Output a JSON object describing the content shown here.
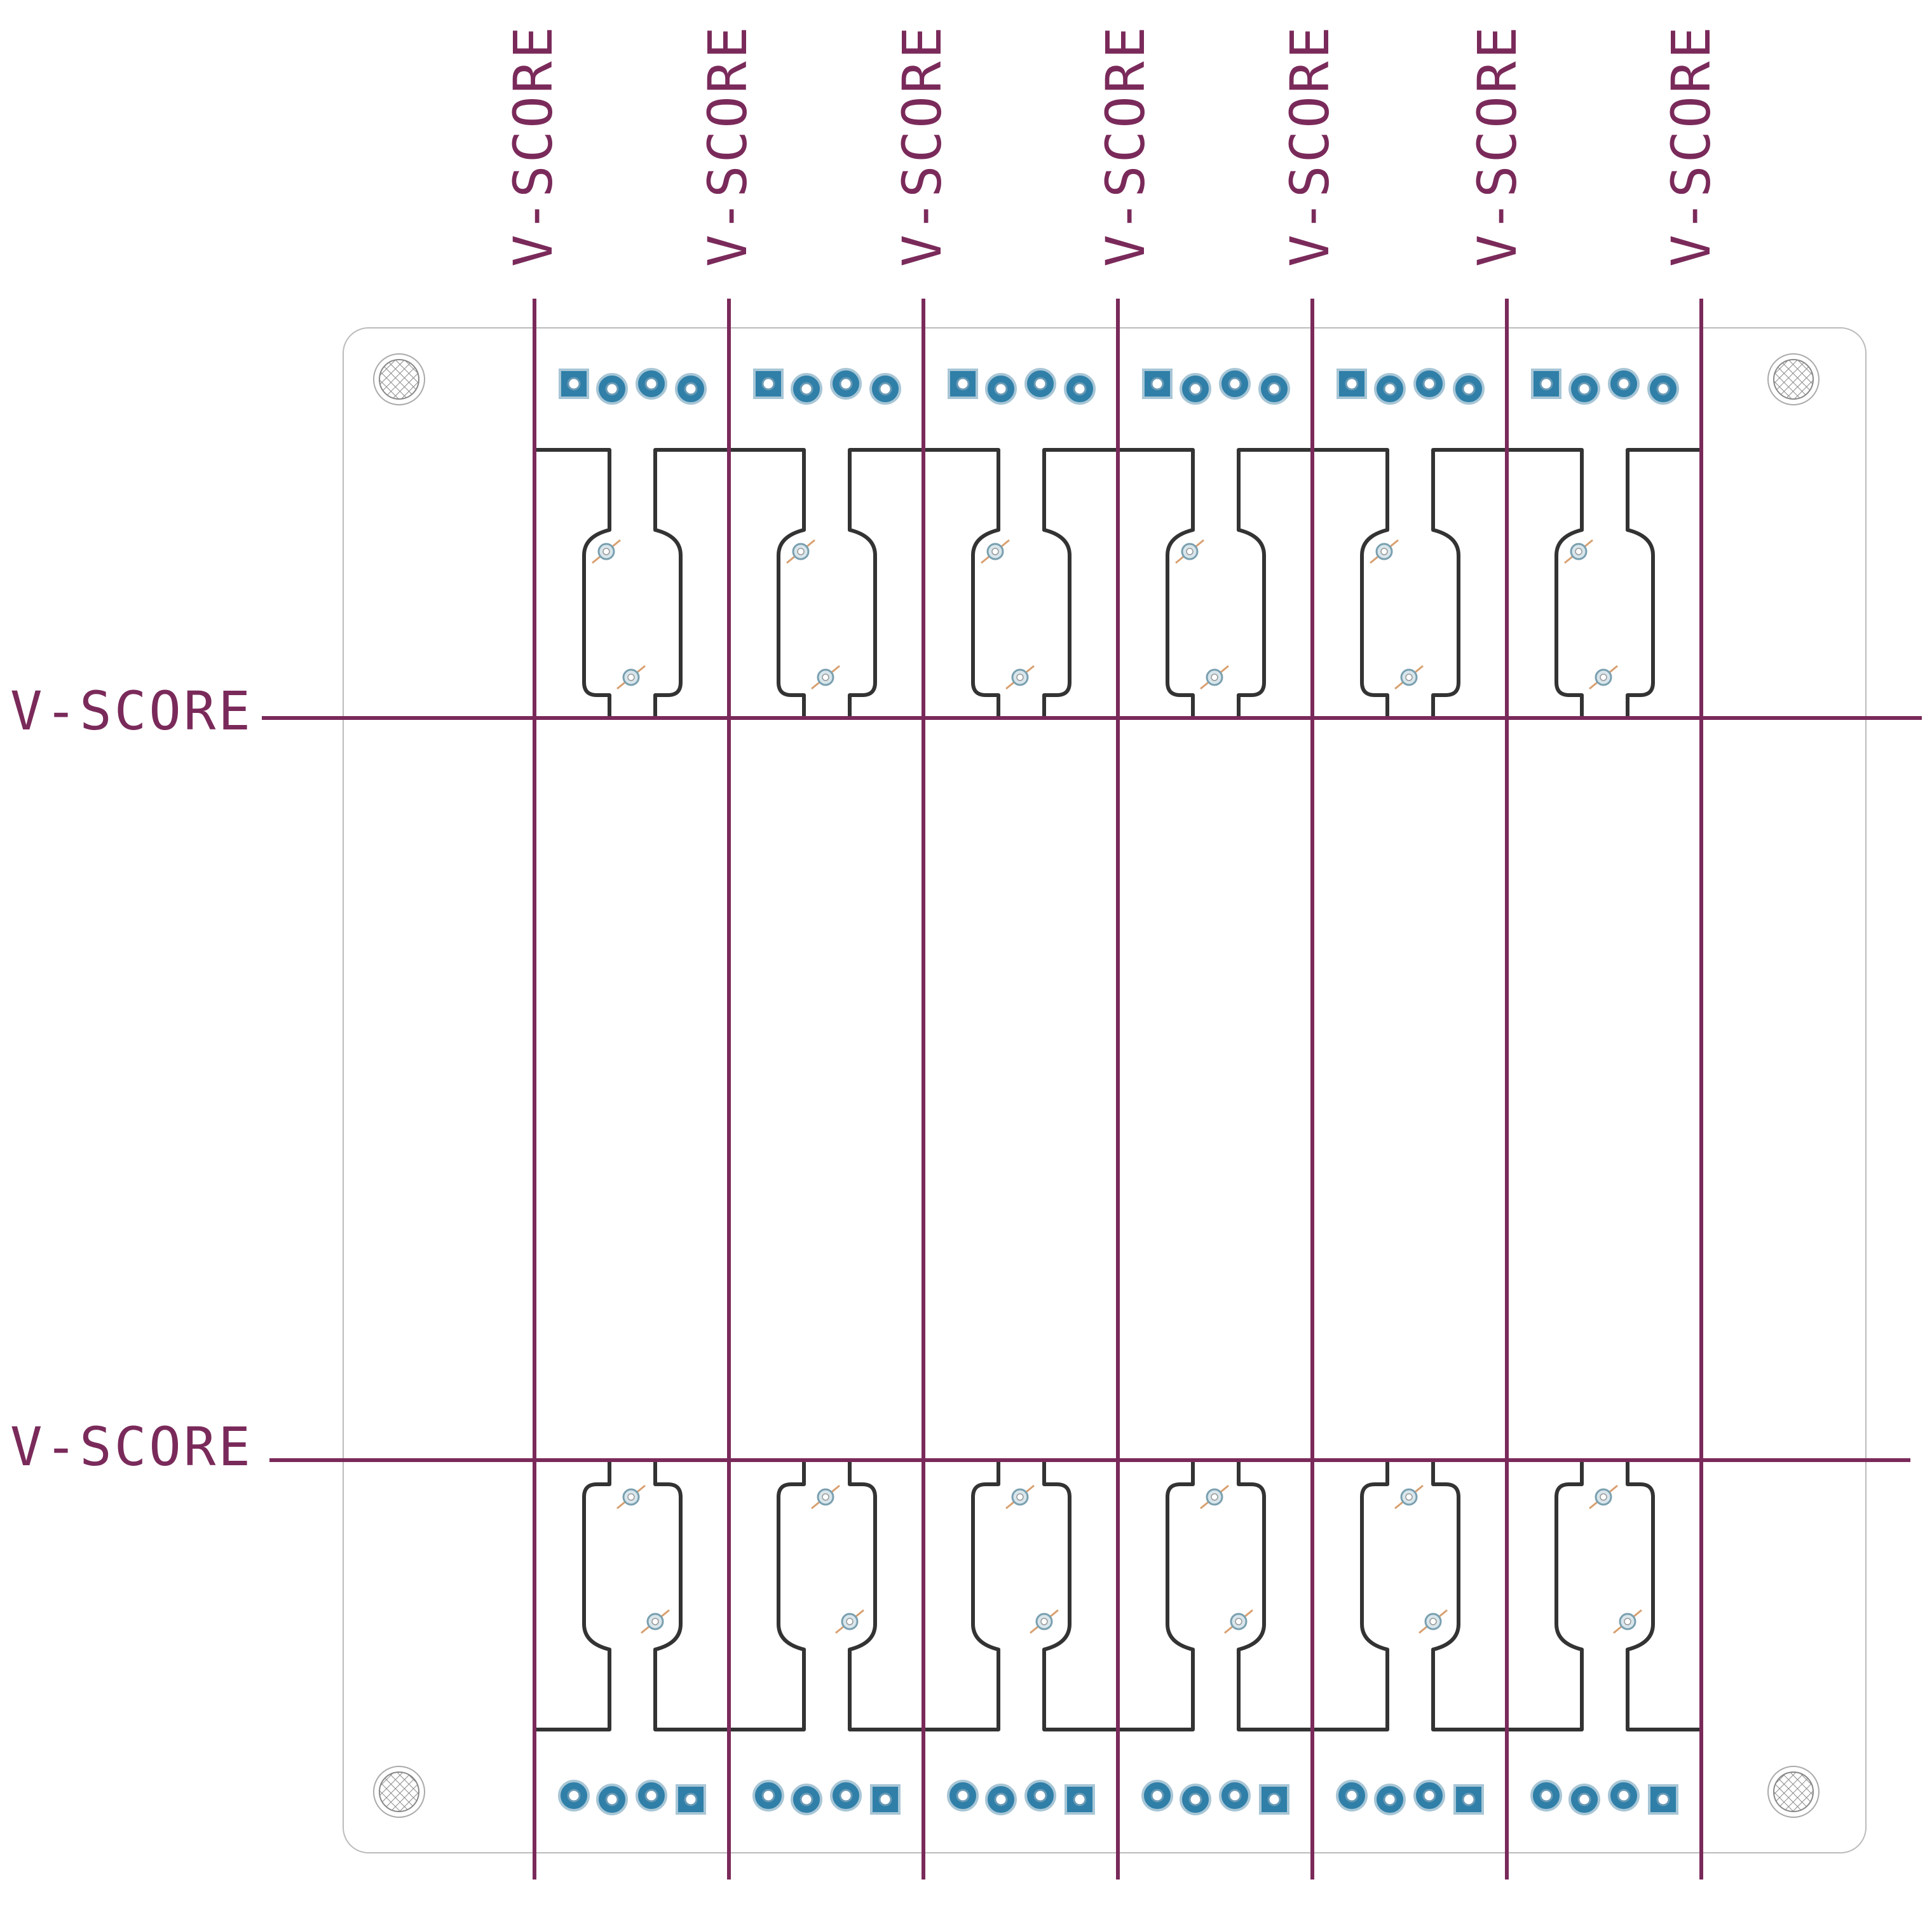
{
  "score_label": "V-SCORE",
  "vertical_scores": [
    {
      "label": "V-SCORE"
    },
    {
      "label": "V-SCORE"
    },
    {
      "label": "V-SCORE"
    },
    {
      "label": "V-SCORE"
    },
    {
      "label": "V-SCORE"
    },
    {
      "label": "V-SCORE"
    },
    {
      "label": "V-SCORE"
    }
  ],
  "horizontal_scores": [
    {
      "label": "V-SCORE"
    },
    {
      "label": "V-SCORE"
    }
  ],
  "panel": {
    "columns": 6,
    "rows": 2,
    "header_pins_per_board": 4,
    "mounting_holes": 4
  },
  "colors": {
    "score_line": "#7a2a5a",
    "outline": "#333333",
    "board_edge": "#bbbbbb",
    "pad_fill": "#2f7fa8",
    "pad_ring": "#a8c6d6",
    "via_cross": "#d8a070",
    "hole_hatch": "#8a8a8a"
  }
}
